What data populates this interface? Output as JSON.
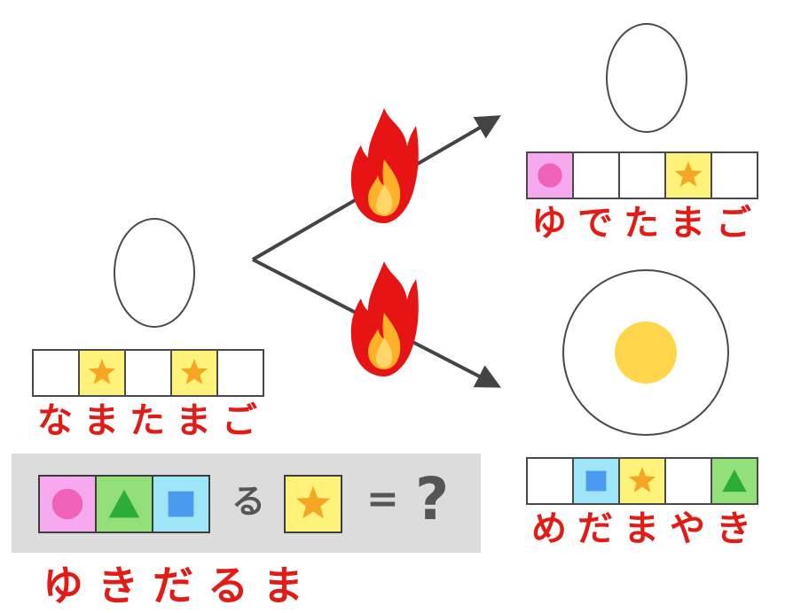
{
  "colors": {
    "star_bg": "#fff27a",
    "star": "#f5a623",
    "circle_bg": "#f7a9ef",
    "circle": "#ef62b7",
    "triangle_bg": "#93e07a",
    "triangle": "#2eac3a",
    "square_bg": "#9ee6f7",
    "square": "#4a9bf0",
    "text_red": "#e31b17",
    "flame": "#e61414",
    "yolk": "#ffd64a"
  },
  "nama": {
    "word": [
      "な",
      "ま",
      "た",
      "ま",
      "ご"
    ],
    "cells": [
      "empty",
      "star",
      "empty",
      "star",
      "empty"
    ]
  },
  "yude": {
    "word": [
      "ゆ",
      "で",
      "た",
      "ま",
      "ご"
    ],
    "cells": [
      "circle",
      "empty",
      "empty",
      "star",
      "empty"
    ]
  },
  "medama": {
    "word": [
      "め",
      "だ",
      "ま",
      "や",
      "き"
    ],
    "cells": [
      "empty",
      "square",
      "star",
      "empty",
      "triangle"
    ]
  },
  "riddle": {
    "cells": [
      "circle",
      "triangle",
      "square"
    ],
    "ru": "る",
    "equals": "=",
    "question": "?",
    "star_cell": "star"
  },
  "answer": {
    "word": [
      "ゆ",
      "き",
      "だ",
      "る",
      "ま"
    ]
  },
  "icons": {
    "flame_top": "flame-icon",
    "flame_bottom": "flame-icon"
  }
}
